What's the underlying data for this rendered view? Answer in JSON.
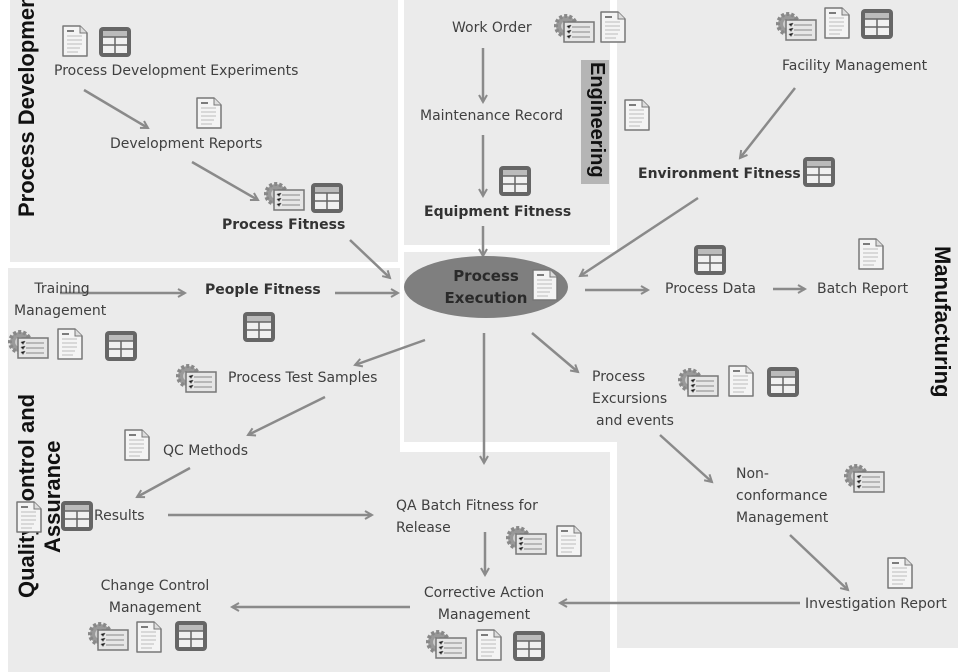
{
  "sections": {
    "process_development": "Process Development",
    "engineering": "Engineering",
    "manufacturing": "Manufacturing",
    "quality": [
      "Quality Control and",
      "Assurance"
    ]
  },
  "nodes": {
    "pde": "Process Development  Experiments",
    "dev_reports": "Development  Reports",
    "process_fitness": "Process Fitness",
    "work_order": "Work Order",
    "maintenance": "Maintenance  Record",
    "equipment_fitness": "Equipment  Fitness",
    "facility": "Facility Management",
    "environment_fitness": "Environment  Fitness",
    "execution": [
      "Process",
      "Execution"
    ],
    "training": [
      "Training",
      "Management"
    ],
    "people_fitness": "People Fitness",
    "process_data": "Process Data",
    "batch_report": "Batch Report",
    "test_samples": "Process Test Samples",
    "excursions": [
      "Process",
      "Excursions",
      "and events"
    ],
    "qc_methods": "QC Methods",
    "results": "Results",
    "qa_batch": [
      "QA Batch Fitness for",
      "Release"
    ],
    "nonconformance": [
      "Non-",
      "conformance",
      "Management"
    ],
    "capa": [
      "Corrective Action",
      "Management"
    ],
    "change_control": [
      "Change  Control",
      "Management"
    ],
    "investigation": "Investigation Report"
  },
  "icons": [
    "workflow-icon",
    "document-icon",
    "table-icon"
  ],
  "colors": {
    "panel": "#ebebeb",
    "arrow": "#8a8a8a",
    "execution": "#7f7f7f",
    "engineering_label_bg": "#b5b5b5"
  }
}
